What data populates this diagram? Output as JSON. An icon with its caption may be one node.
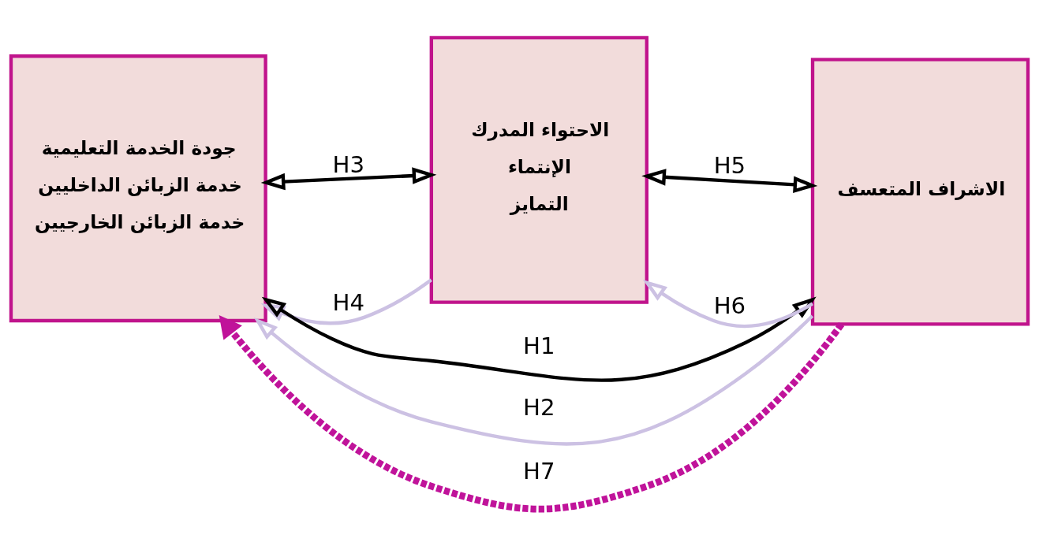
{
  "diagram": {
    "nodes": [
      {
        "text": [
          "جودة الخدمة التعليمية",
          "خدمة الزبائن الداخليين",
          "خدمة الزبائن الخارجيين"
        ]
      },
      {
        "text": [
          "الاحتواء المدرك",
          "الإنتماء",
          "التمايز"
        ]
      },
      {
        "text": [
          "الاشراف المتعسف"
        ]
      }
    ],
    "edges": [
      {
        "from": 2,
        "to": 0,
        "arrow": "both",
        "label": "H1"
      },
      {
        "from": 2,
        "to": 0,
        "arrow": "to",
        "label": "H2",
        "color": "#ccc1e3"
      },
      {
        "from": 0,
        "to": 1,
        "arrow": "both",
        "label": "H3"
      },
      {
        "from": 1,
        "to": 0,
        "arrow": "to",
        "label": "H4",
        "color": "#ccc1e3"
      },
      {
        "from": 1,
        "to": 2,
        "arrow": "both",
        "label": "H5"
      },
      {
        "from": 2,
        "to": 1,
        "arrow": "to",
        "label": "H6",
        "color": "#ccc1e3"
      },
      {
        "from": 2,
        "to": 0,
        "arrow": "to",
        "label": "H7",
        "style": "dashed",
        "color": "#c0139a"
      }
    ]
  }
}
